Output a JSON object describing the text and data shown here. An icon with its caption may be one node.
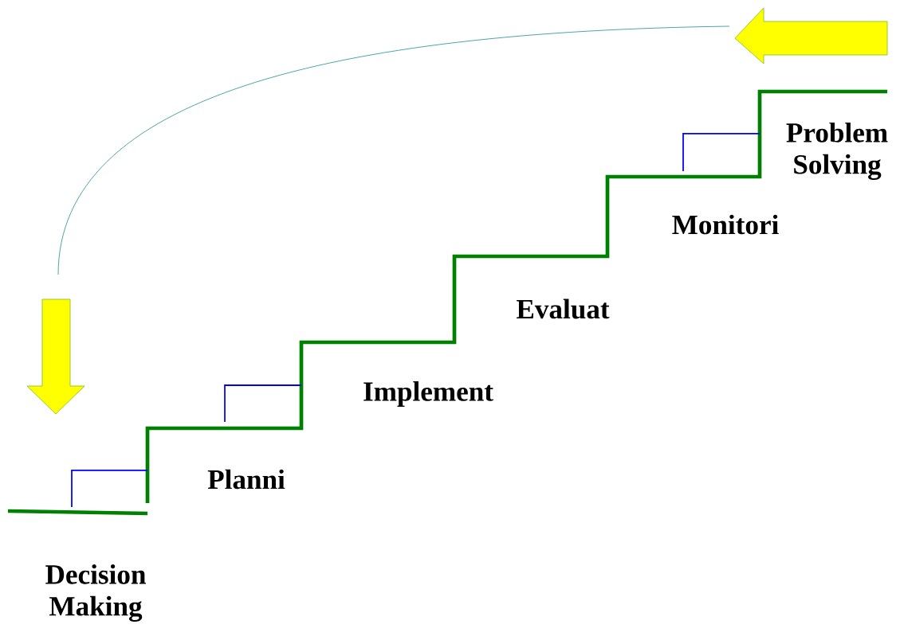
{
  "diagram": {
    "labels": [
      "Problem Solving",
      "Monitori",
      "Evaluat",
      "Implement",
      "Planni",
      "Decision Making"
    ]
  }
}
